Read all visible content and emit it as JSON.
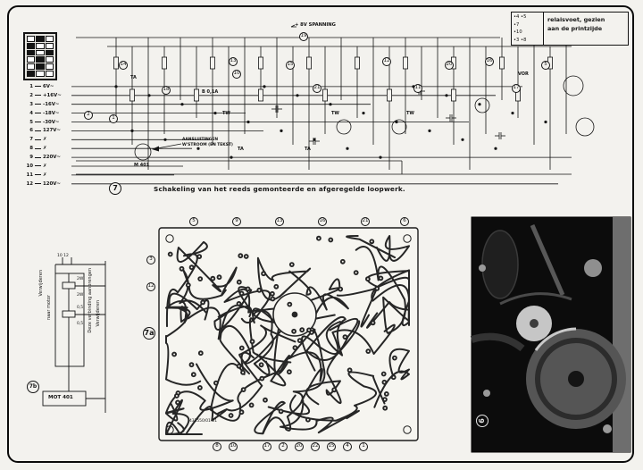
{
  "colors": {
    "paper": "#f3f2ee",
    "ink": "#141414",
    "photo_background": "#0c0c0c"
  },
  "relay_note": {
    "line1": "relaisvoet, gezien",
    "line2": "aan de printzijde",
    "pin_rows": [
      "•4  •5",
      "•7",
      "•10",
      "•3  •8"
    ]
  },
  "caption": {
    "number": "7",
    "text": "Schakeling van het reeds gemonteerde en afgeregelde loopwerk."
  },
  "schematic": {
    "supply_label": "+ 8V SPANNING",
    "annotation_line1": "AANSLUITINGEN",
    "annotation_line2": "W'STROOM (EN TEKST)",
    "motor_label": "M 401",
    "circled_numbers": [
      "14",
      "13",
      "18",
      "10",
      "15",
      "2",
      "1",
      "19",
      "21",
      "12",
      "11",
      "20",
      "16",
      "17",
      "5"
    ],
    "component_labels": [
      "TA",
      "TW",
      "TA",
      "TW",
      "TA",
      "B 0,1A",
      "VOR",
      "TW"
    ]
  },
  "voltage_table": {
    "rows": [
      {
        "n": "1",
        "v": "6V~"
      },
      {
        "n": "2",
        "v": "+16V~"
      },
      {
        "n": "3",
        "v": "-16V~"
      },
      {
        "n": "4",
        "v": "-18V~"
      },
      {
        "n": "5",
        "v": "-30V~"
      },
      {
        "n": "6",
        "v": "127V~"
      },
      {
        "n": "7",
        "v": "✗"
      },
      {
        "n": "8",
        "v": "✗"
      },
      {
        "n": "9",
        "v": "220V~"
      },
      {
        "n": "10",
        "v": "✗"
      },
      {
        "n": "11",
        "v": "✗"
      },
      {
        "n": "12",
        "v": "120V~"
      }
    ]
  },
  "pcb": {
    "label": "7a",
    "part_number": "431550/01-01",
    "callouts_top": [
      "5",
      "9",
      "13",
      "16",
      "21",
      "6"
    ],
    "callouts_left": [
      "3",
      "12"
    ],
    "callouts_bottom": [
      "8",
      "10",
      "17",
      "2",
      "20",
      "22",
      "15",
      "4",
      "1"
    ]
  },
  "motor_diagram": {
    "label": "7b",
    "box_label": "MOT 401",
    "pins": "10  12",
    "note_remove_1": "Verwijderen",
    "note_remove_2": "Verwijderen",
    "note_motor": "naar motor",
    "note_connect": "Deze verbinding aanbrengen",
    "resistor_labels": [
      "2W",
      "2W",
      "0,5",
      "0,5"
    ]
  },
  "photo": {
    "label": "6"
  }
}
